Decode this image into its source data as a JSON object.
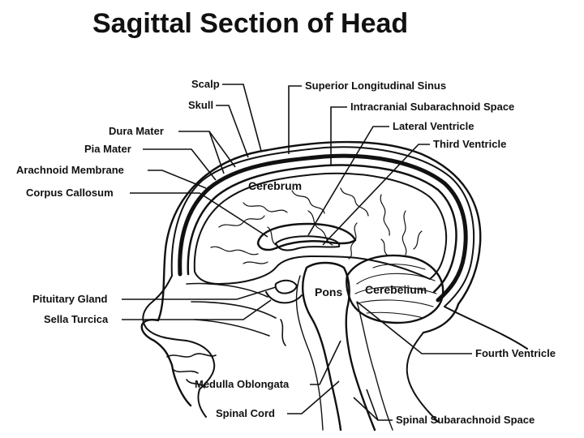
{
  "title": "Sagittal Section of Head",
  "labels": {
    "scalp": "Scalp",
    "skull": "Skull",
    "dura_mater": "Dura Mater",
    "pia_mater": "Pia Mater",
    "arachnoid_membrane": "Arachnoid Membrane",
    "corpus_callosum": "Corpus Callosum",
    "pituitary_gland": "Pituitary Gland",
    "sella_turcica": "Sella Turcica",
    "medulla_oblongata": "Medulla Oblongata",
    "spinal_cord": "Spinal Cord",
    "superior_longitudinal_sinus": "Superior Longitudinal Sinus",
    "intracranial_subarachnoid_space": "Intracranial Subarachnoid Space",
    "lateral_ventricle": "Lateral Ventricle",
    "third_ventricle": "Third Ventricle",
    "fourth_ventricle": "Fourth Ventricle",
    "spinal_subarachnoid_space": "Spinal Subarachnoid Space",
    "cerebrum": "Cerebrum",
    "pons": "Pons",
    "cerebellum": "Cerebeiium"
  }
}
